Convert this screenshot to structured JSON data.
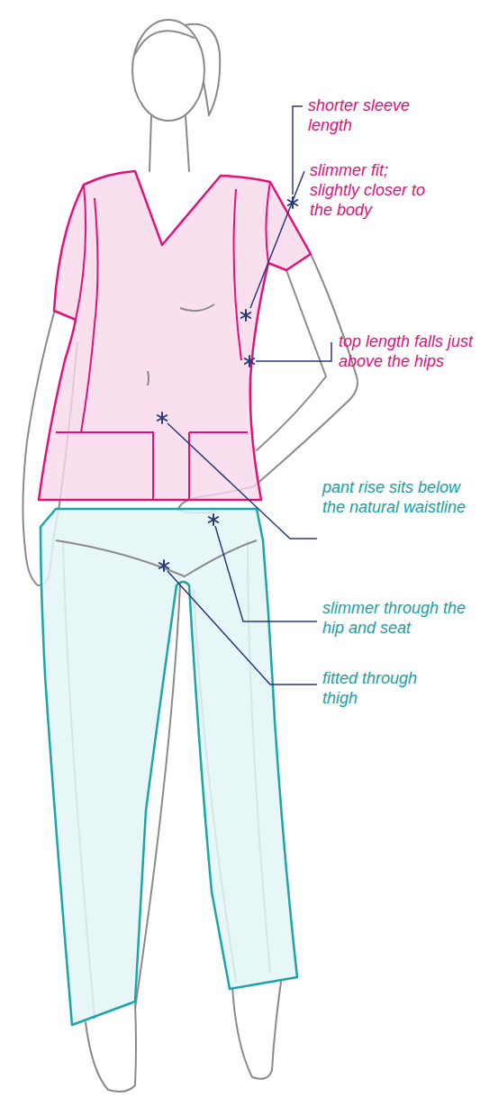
{
  "diagram": {
    "labels": [
      "shorter sleeve length",
      "slimmer fit; slightly closer to the body",
      "top length falls just above the hips",
      "pant rise sits below the natural waistline",
      "slimmer through the hip and seat",
      "fitted through thigh"
    ]
  }
}
